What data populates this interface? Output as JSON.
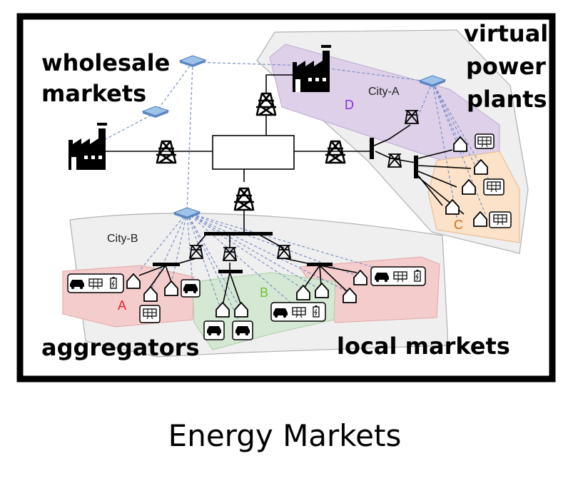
{
  "labels": {
    "wholesale_line1": "wholesale",
    "wholesale_line2": "markets",
    "vpp_line1": "virtual",
    "vpp_line2": "power",
    "vpp_line3": "plants",
    "aggregators": "aggregators",
    "local_markets": "local markets",
    "city_a": "City-A",
    "city_b": "City-B",
    "region_a": "A",
    "region_b": "B",
    "region_c": "C",
    "region_d": "D",
    "caption": "Energy Markets"
  },
  "colors": {
    "region_a": "#f4cccc",
    "region_b": "#d5e8d4",
    "region_c": "#fce2c8",
    "region_d": "#ddd0e8",
    "city_area": "#efefef",
    "label_a": "#e0252b",
    "label_b": "#6fc12e",
    "label_c": "#d2691e",
    "label_d": "#8a2be2",
    "comm_link": "#7b8fc8"
  },
  "icons": [
    "factory-icon",
    "transmission-tower-icon",
    "substation-tower-icon",
    "house-icon",
    "car-icon",
    "solar-panel-icon",
    "battery-icon",
    "network-switch-icon"
  ]
}
